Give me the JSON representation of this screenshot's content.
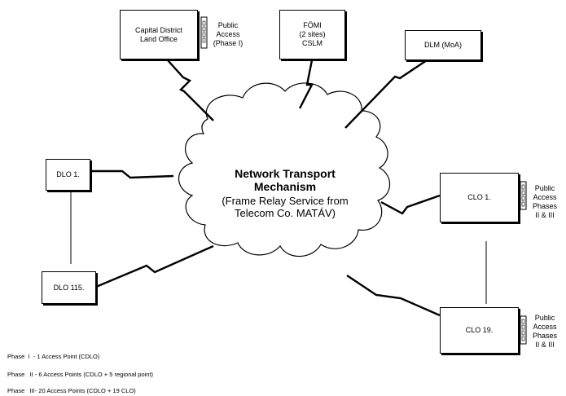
{
  "cloud": {
    "title": "Network Transport\nMechanism",
    "subtitle": "(Frame Relay Service from\nTelecom Co. MATÁV)"
  },
  "nodes": {
    "capital_district": "Capital District\nLand Office",
    "fomi": "FÖMI\n(2 sites)\nCSLM",
    "dlm": "DLM (MoA)",
    "dlo1": "DLO 1.",
    "dlo115": "DLO 115.",
    "clo1": "CLO  1.",
    "clo19": "CLO 19."
  },
  "access_labels": {
    "phase1": "Public\nAccess\n(Phase I)",
    "clo1": "Public\nAccess\nPhases\nII & III",
    "clo19": "Public\nAccess\nPhases\nII & III"
  },
  "phases": [
    "Phase  I  - 1 Access Point (CDLO)",
    "Phase   II - 6 Access Points (CDLO + 5 regional point)",
    "Phase   III- 20 Access Points (CDLO + 19 CLO)"
  ]
}
